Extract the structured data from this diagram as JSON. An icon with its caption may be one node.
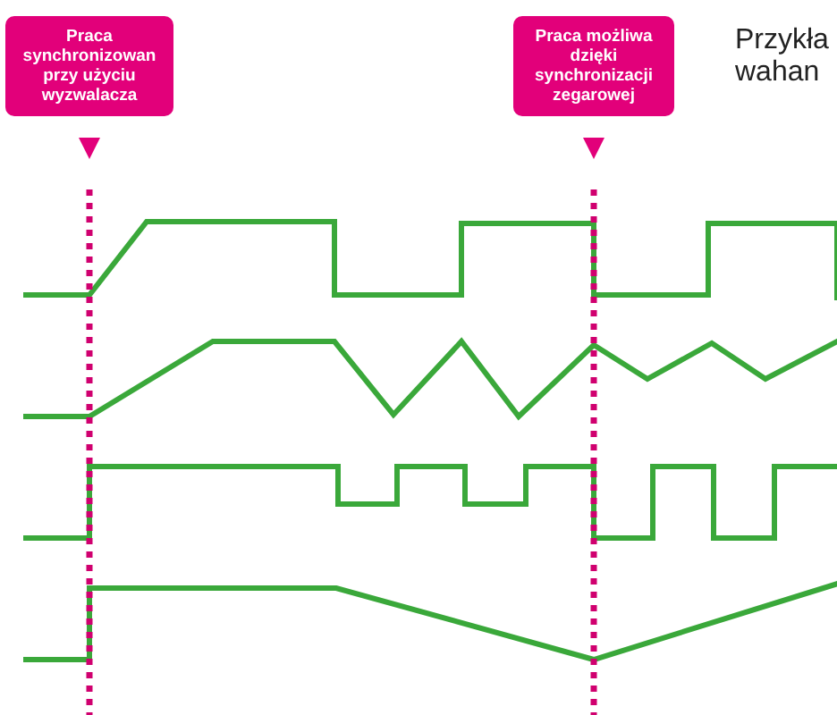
{
  "diagram": {
    "nodes": [
      {
        "text": [
          "Praca synchronizowan przy użyciu wyzwalacza"
        ]
      },
      {
        "text": [
          "Praca możliwa dzięki synchronizacji zegarowej"
        ]
      }
    ],
    "edges": [
      {
        "from": 0,
        "to": null,
        "arrow": "none",
        "style": "dashed"
      },
      {
        "from": 1,
        "to": null,
        "arrow": "none",
        "style": "dashed"
      }
    ],
    "labels": [
      "Przykła wahan"
    ]
  }
}
